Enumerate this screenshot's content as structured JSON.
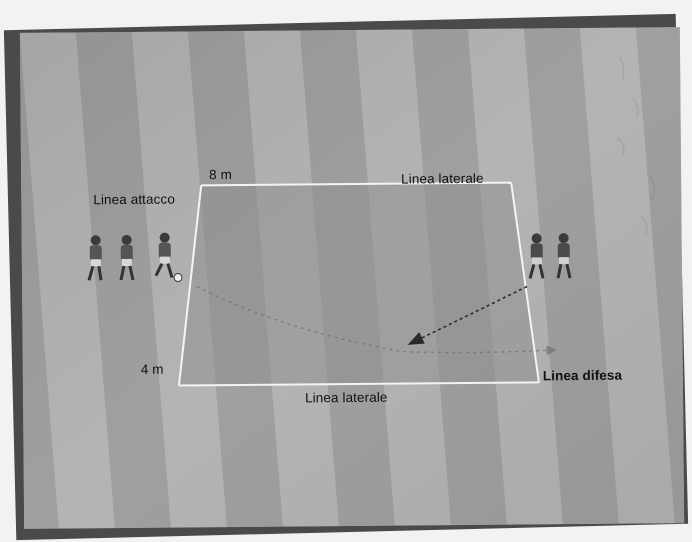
{
  "diagram": {
    "labels": {
      "width": "8 m",
      "depth": "4 m",
      "attack_line": "Linea attacco",
      "sideline_top": "Linea laterale",
      "sideline_bottom": "Linea laterale",
      "defense_line": "Linea difesa"
    },
    "players": {
      "attackers": 3,
      "defenders": 2
    },
    "colors": {
      "stripe_light": "#b4b4b4",
      "stripe_dark": "#9e9e9e",
      "field_zone": "#8e8e8e",
      "line": "#f4f4f4",
      "arrow": "#2a2a2a"
    }
  }
}
